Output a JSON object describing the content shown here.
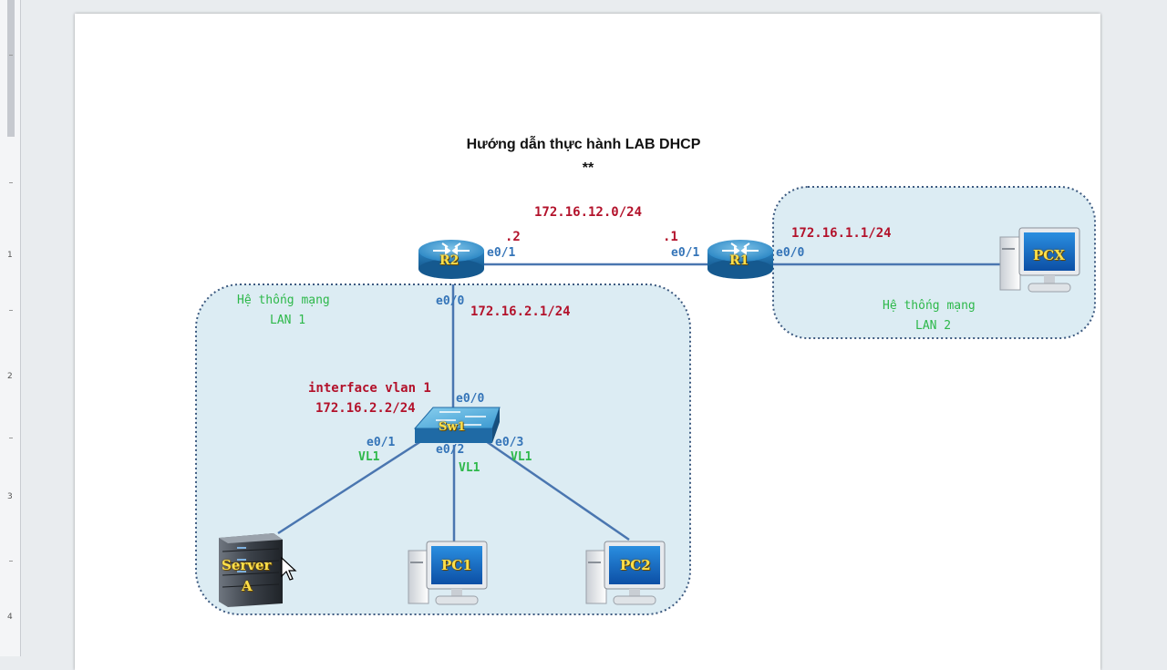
{
  "diagram": {
    "title": "Hướng dẫn thực hành LAB DHCP",
    "subtitle": "**",
    "links": {
      "r1_r2_network": "172.16.12.0/24",
      "r2_side_host": ".2",
      "r1_side_host": ".1"
    },
    "devices": {
      "r2": "R2",
      "r1": "R1",
      "pcx": "PCX",
      "sw1": "Sw1",
      "server_line1": "Server",
      "server_line2": "A",
      "pc1": "PC1",
      "pc2": "PC2"
    },
    "interfaces": {
      "r2_e01": "e0/1",
      "r1_e01": "e0/1",
      "r1_e00": "e0/0",
      "r2_e00": "e0/0",
      "sw1_e00": "e0/0",
      "sw1_e01": "e0/1",
      "sw1_e02": "e0/2",
      "sw1_e03": "e0/3"
    },
    "addresses": {
      "r1_lan": "172.16.1.1/24",
      "r2_lan": "172.16.2.1/24",
      "vlan_if_label": "interface vlan 1",
      "vlan_if_ip": "172.16.2.2/24"
    },
    "vlans": {
      "e01": "VL1",
      "e02": "VL1",
      "e03": "VL1"
    },
    "zones": {
      "lan1_line1": "Hệ thống mạng",
      "lan1_line2": "LAN 1",
      "lan2_line1": "Hệ thống mạng",
      "lan2_line2": "LAN 2"
    }
  },
  "ruler": {
    "marks": [
      "1",
      "2",
      "3",
      "4"
    ]
  },
  "colors": {
    "zone_fill": "#dcecf3",
    "zone_border": "#3d5a80",
    "link": "#4a76b0",
    "address_red": "#b3122b",
    "interface_blue": "#3474b8",
    "zone_green": "#2db84a"
  }
}
